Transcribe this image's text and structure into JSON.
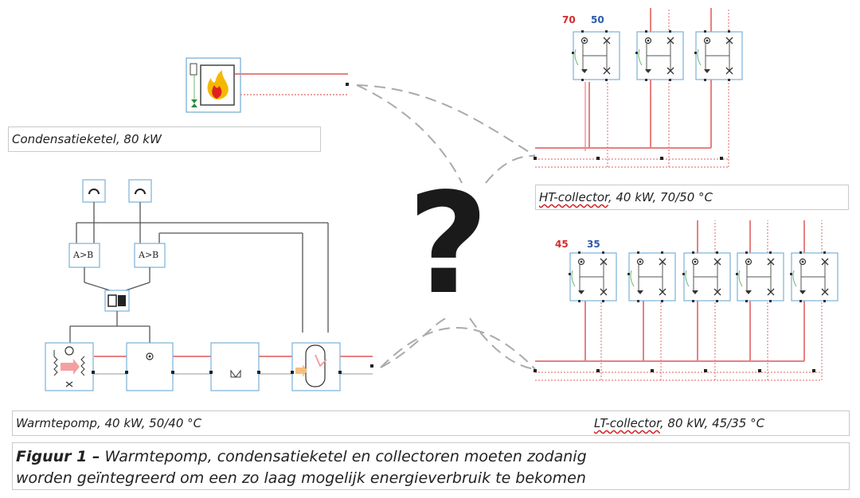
{
  "boiler": {
    "label": "Condensatieketel, 80 kW"
  },
  "heat_pump": {
    "label": "Warmtepomp, 40 kW, 50/40 °C"
  },
  "ht_collector": {
    "label_prefix": "HT-collector",
    "label_suffix": ", 40 kW, 70/50 °C",
    "supply_temp": "70",
    "return_temp": "50"
  },
  "lt_collector": {
    "label_prefix": "LT-collector",
    "label_suffix": ", 80 kW, 45/35 °C",
    "supply_temp": "45",
    "return_temp": "35"
  },
  "question_mark": "?",
  "controls": {
    "comparator_label": "A>B",
    "switch_off": "0",
    "switch_on": "1"
  },
  "caption": {
    "figure": "Figuur 1 –",
    "line1": " Warmtepomp, condensatieketel en collectoren moeten zodanig",
    "line2": "worden geïntegreerd om een zo laag mogelijk energieverbruik te bekomen"
  },
  "colors": {
    "supply_line": "#e88080",
    "return_line": "#e88080",
    "control_line": "#555555",
    "dashed_link": "#aaaaaa",
    "component_border": "#7ab0d8"
  }
}
